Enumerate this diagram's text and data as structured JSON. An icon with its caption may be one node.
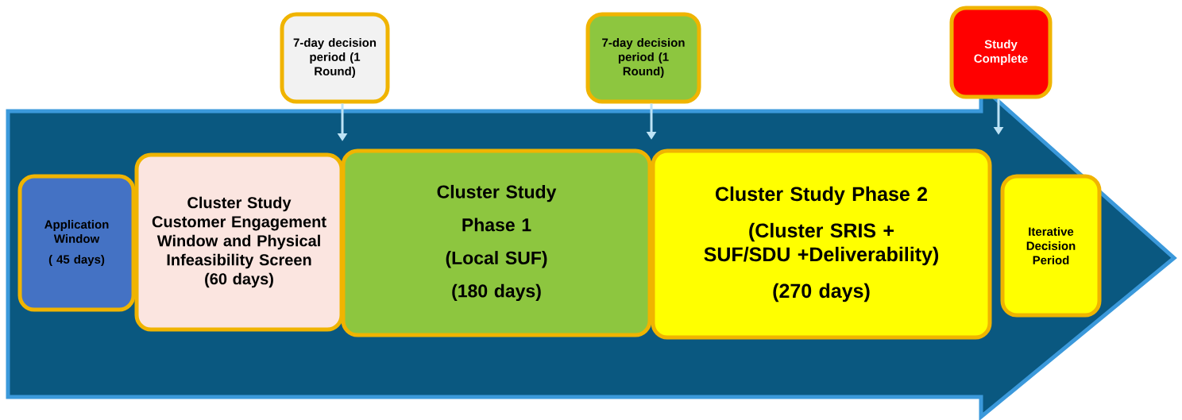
{
  "diagram": {
    "nodes": [
      {
        "text": [
          "Application Window",
          "( 45 days)"
        ]
      },
      {
        "text": [
          "Cluster Study Customer Engagement Window and Physical Infeasibility Screen",
          "(60 days)"
        ]
      },
      {
        "text": [
          "Cluster Study",
          "Phase 1",
          "(Local SUF)",
          "(180 days)"
        ]
      },
      {
        "text": [
          "Cluster Study Phase 2",
          "(Cluster SRIS + SUF/SDU +Deliverability)",
          "(270 days)"
        ]
      },
      {
        "text": [
          "Iterative Decision Period"
        ]
      },
      {
        "text": [
          "7-day decision period (1 Round)"
        ]
      },
      {
        "text": [
          "7-day decision period (1 Round)"
        ]
      },
      {
        "text": [
          "Study Complete"
        ]
      }
    ],
    "edges": [
      {
        "from": 5,
        "to": null,
        "arrow": "to"
      },
      {
        "from": 6,
        "to": null,
        "arrow": "to"
      },
      {
        "from": 7,
        "to": null,
        "arrow": "to"
      }
    ]
  }
}
